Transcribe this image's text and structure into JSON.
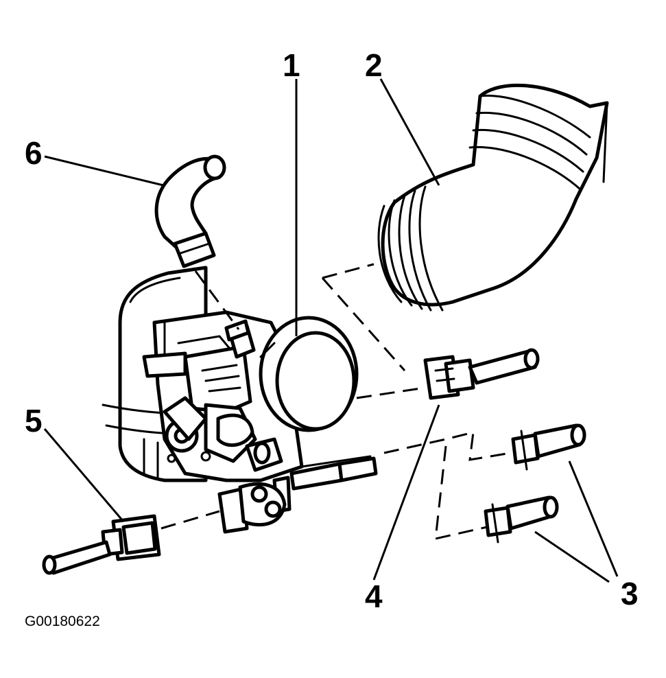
{
  "figure": {
    "id": "G00180622",
    "colors": {
      "ink": "#000000",
      "paper": "#ffffff"
    }
  },
  "callouts": [
    {
      "key": "1",
      "text": "1"
    },
    {
      "key": "2",
      "text": "2"
    },
    {
      "key": "3",
      "text": "3"
    },
    {
      "key": "4",
      "text": "4"
    },
    {
      "key": "5",
      "text": "5"
    },
    {
      "key": "6",
      "text": "6"
    }
  ]
}
